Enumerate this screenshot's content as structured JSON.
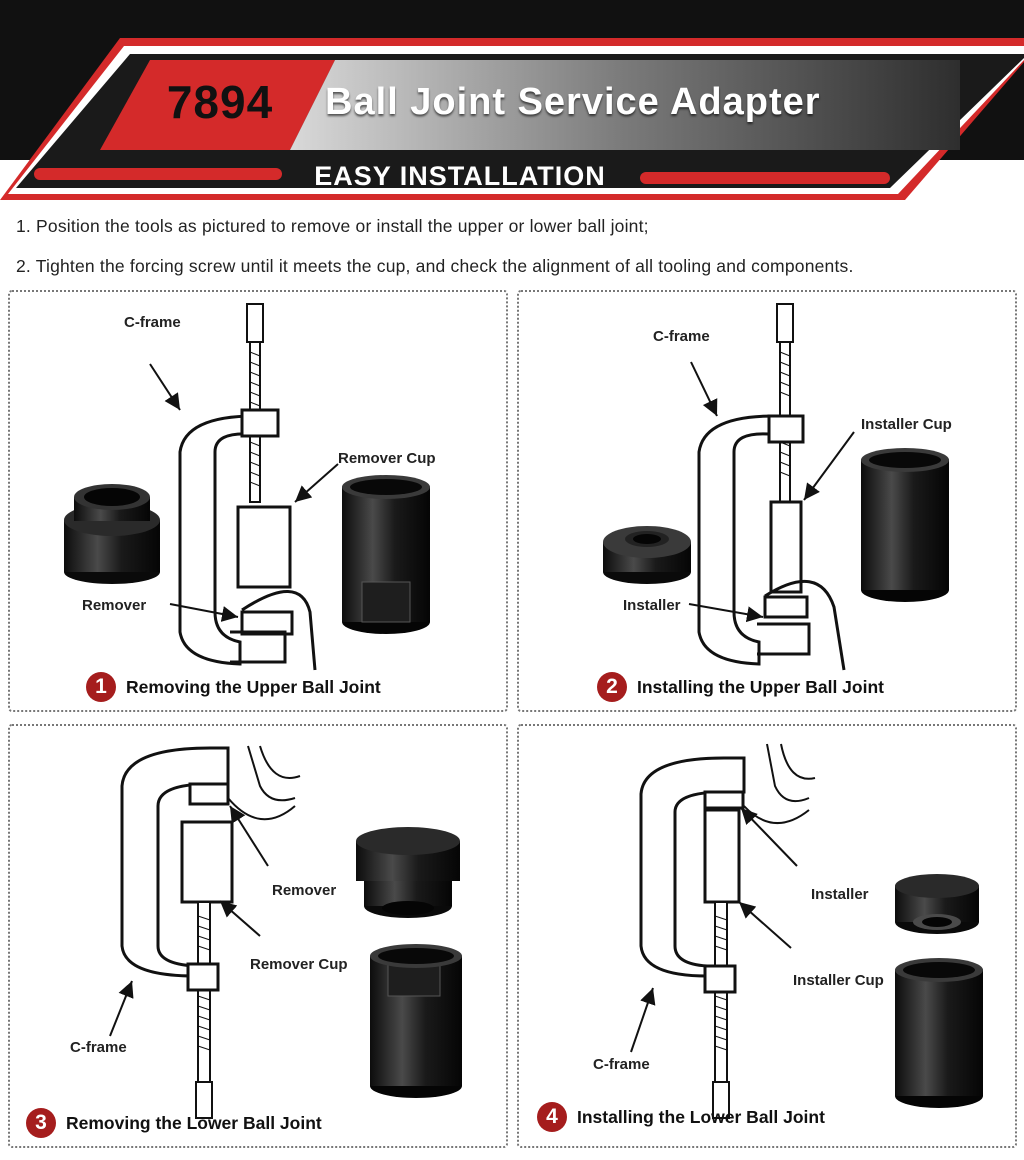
{
  "header": {
    "model_number": "7894",
    "title": "Ball Joint Service Adapter",
    "subtitle": "EASY INSTALLATION"
  },
  "instructions": [
    "1. Position the tools as pictured to remove or install the upper or lower ball joint;",
    "2. Tighten the forcing screw until it meets the cup, and check the alignment of all tooling and components."
  ],
  "panels": [
    {
      "number": "1",
      "caption": "Removing the Upper Ball Joint",
      "labels": {
        "frame": "C-frame",
        "cup": "Remover Cup",
        "tool": "Remover"
      }
    },
    {
      "number": "2",
      "caption": "Installing the Upper Ball Joint",
      "labels": {
        "frame": "C-frame",
        "cup": "Installer Cup",
        "tool": "Installer"
      }
    },
    {
      "number": "3",
      "caption": "Removing the Lower Ball Joint",
      "labels": {
        "frame": "C-frame",
        "cup": "Remover Cup",
        "tool": "Remover"
      }
    },
    {
      "number": "4",
      "caption": "Installing the Lower Ball Joint",
      "labels": {
        "frame": "C-frame",
        "cup": "Installer Cup",
        "tool": "Installer"
      }
    }
  ],
  "colors": {
    "accent": "#d42a2a",
    "badge": "#a51d1d",
    "banner_dark": "#111111"
  }
}
